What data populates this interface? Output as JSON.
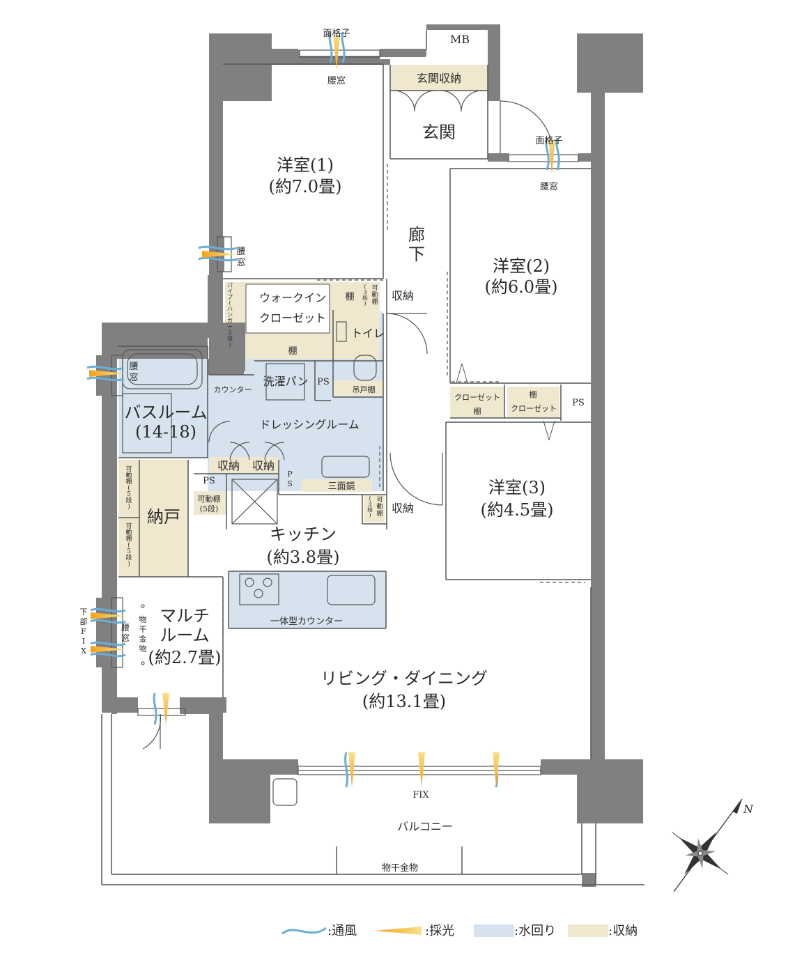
{
  "colors": {
    "wall": "#808080",
    "water": "#d6e3ef",
    "storage": "#efe8cf",
    "wind": "#6aaed6",
    "light": "#f3b52a",
    "line": "#555555"
  },
  "rooms": {
    "western1": {
      "name": "洋室(1)",
      "size": "(約7.0畳)"
    },
    "western2": {
      "name": "洋室(2)",
      "size": "(約6.0畳)"
    },
    "western3": {
      "name": "洋室(3)",
      "size": "(約4.5畳)"
    },
    "genkan": "玄関",
    "genkan_storage": "玄関収納",
    "mb": "MB",
    "hallway": [
      "廊",
      "下"
    ],
    "wic": [
      "ウォークイン",
      "クローゼット"
    ],
    "toilet": "トイレ",
    "bath": {
      "name": "バスルーム",
      "size": "(14-18)"
    },
    "dressing": "ドレッシングルーム",
    "laundry": "洗濯パン",
    "counter": "カウンター",
    "kitchen": {
      "name": "キッチン",
      "size": "(約3.8畳)"
    },
    "nando": "納戸",
    "multi": {
      "name": [
        "マルチ",
        "ルーム"
      ],
      "size": "(約2.7畳)"
    },
    "living": {
      "name": "リビング・ダイニング",
      "size": "(約13.1畳)"
    },
    "balcony": "バルコニー",
    "unit_counter": "一体型カウンター",
    "closet_left": "クローゼット",
    "closet_right": "クローゼット"
  },
  "labels": {
    "menkoushi_top": "面格子",
    "koshimado_top": "腰窓",
    "menkoushi_right": "面格子",
    "koshimado_right": "腰窓",
    "koshimado_left": [
      "腰",
      "窓"
    ],
    "koshimado_bath": [
      "腰",
      "窓"
    ],
    "koshimado_multi": [
      "腰",
      "窓"
    ],
    "shitabu_fix": [
      "下",
      "部",
      "F",
      "I",
      "X"
    ],
    "monohoshi_multi": [
      "物",
      "干",
      "金",
      "物"
    ],
    "monohoshi_balcony": "物干金物",
    "fix": "FIX",
    "ps1": "PS",
    "ps2": "PS",
    "ps3": "PS",
    "ps4": [
      "P",
      "S"
    ],
    "tana_wic1": "棚",
    "tana_wic2": "棚",
    "tana_closet_left": "棚",
    "tana_closet_right": "棚",
    "pipe_hanger": [
      "パ",
      "イ",
      "プ",
      "(",
      "ハ",
      "ン",
      "ガ",
      "ー",
      "2",
      "段",
      ")"
    ],
    "kado_3dan_top": [
      "(",
      "3",
      "段",
      ")"
    ],
    "kado_top": [
      "可",
      "動",
      "棚"
    ],
    "shuno_top": "収納",
    "tsuridana": "吊戸棚",
    "shuno_a": "収納",
    "shuno_b": "収納",
    "sanmenkyo": "三面鏡",
    "kado_3dan_bottom": [
      "(",
      "3",
      "段",
      ")"
    ],
    "kado_bottom": [
      "可",
      "動",
      "棚"
    ],
    "shuno_bottom": "収納",
    "kado_5dan_k1": "可動棚",
    "kado_5dan_k2": "(5段)",
    "kado_nando_1": [
      "可",
      "動",
      "棚",
      "(",
      "5",
      "段",
      ")"
    ],
    "kado_nando_2": [
      "可",
      "動",
      "棚",
      "(",
      "5",
      "段",
      ")"
    ]
  },
  "legend": {
    "wind": ":通風",
    "light": ":採光",
    "water": ":水回り",
    "storage": ":収納"
  },
  "compass": {
    "north": "N"
  }
}
